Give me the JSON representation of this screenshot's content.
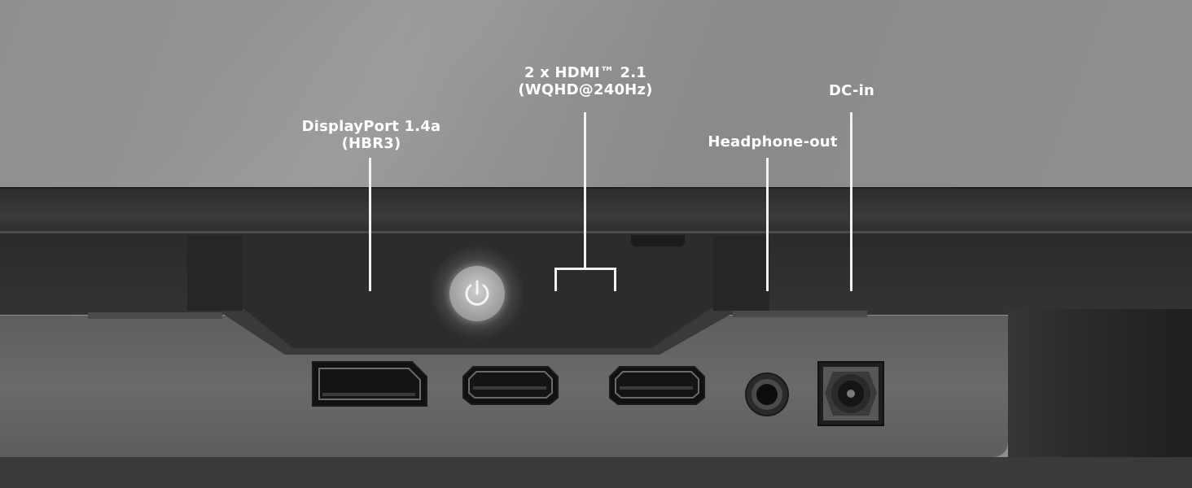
{
  "labels": {
    "displayport": {
      "line1": "DisplayPort 1.4a",
      "line2": "(HBR3)"
    },
    "hdmi": {
      "line1": "2 x HDMI™ 2.1",
      "line2": "(WQHD@240Hz)"
    },
    "headphone": {
      "line1": "Headphone-out"
    },
    "dcin": {
      "line1": "DC-in"
    }
  },
  "icons": {
    "power": "power-icon"
  },
  "colors": {
    "label_text": "#ffffff",
    "background": "#909090",
    "monitor_body": "#2d2d2d",
    "port_panel": "#646464"
  }
}
